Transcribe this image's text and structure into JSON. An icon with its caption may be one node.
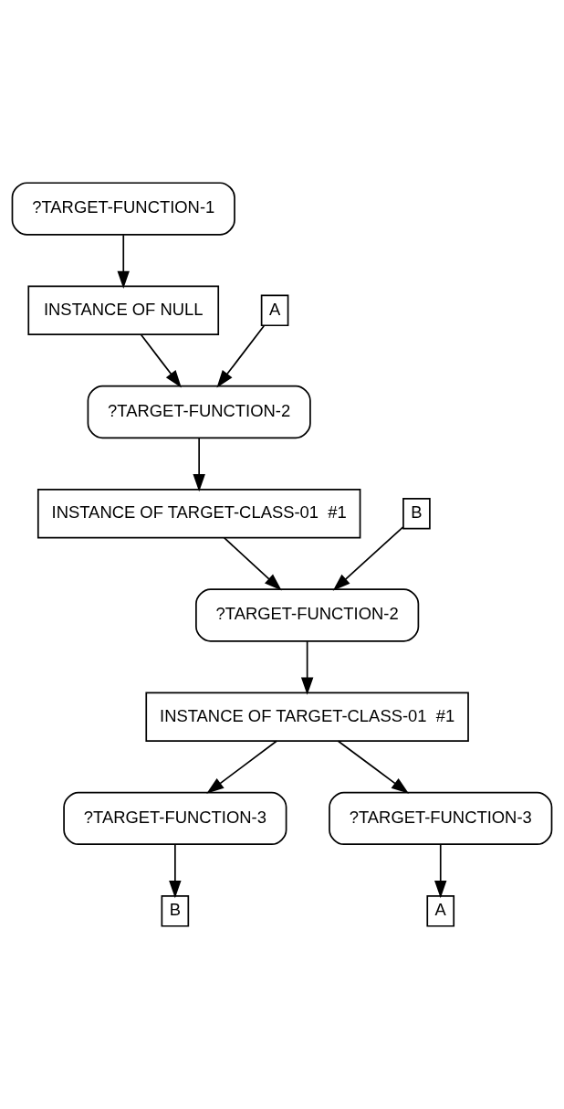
{
  "diagram": {
    "nodes": [
      {
        "text": [
          "?TARGET-FUNCTION-1"
        ]
      },
      {
        "text": [
          "A"
        ]
      },
      {
        "text": [
          "INSTANCE OF NULL"
        ]
      },
      {
        "text": [
          "?TARGET-FUNCTION-2"
        ]
      },
      {
        "text": [
          "B"
        ]
      },
      {
        "text": [
          "INSTANCE OF TARGET-CLASS-01  #1"
        ]
      },
      {
        "text": [
          "?TARGET-FUNCTION-2"
        ]
      },
      {
        "text": [
          "INSTANCE OF TARGET-CLASS-01  #1"
        ]
      },
      {
        "text": [
          "?TARGET-FUNCTION-3"
        ]
      },
      {
        "text": [
          "?TARGET-FUNCTION-3"
        ]
      },
      {
        "text": [
          "B"
        ]
      },
      {
        "text": [
          "A"
        ]
      }
    ],
    "edges": [
      {
        "from": 0,
        "to": 2,
        "arrow": "to"
      },
      {
        "from": 1,
        "to": 3,
        "arrow": "to"
      },
      {
        "from": 2,
        "to": 3,
        "arrow": "to"
      },
      {
        "from": 3,
        "to": 5,
        "arrow": "to"
      },
      {
        "from": 4,
        "to": 6,
        "arrow": "to"
      },
      {
        "from": 5,
        "to": 6,
        "arrow": "to"
      },
      {
        "from": 6,
        "to": 7,
        "arrow": "to"
      },
      {
        "from": 7,
        "to": 8,
        "arrow": "to"
      },
      {
        "from": 7,
        "to": 9,
        "arrow": "to"
      },
      {
        "from": 8,
        "to": 10,
        "arrow": "to"
      },
      {
        "from": 9,
        "to": 11,
        "arrow": "to"
      }
    ]
  }
}
